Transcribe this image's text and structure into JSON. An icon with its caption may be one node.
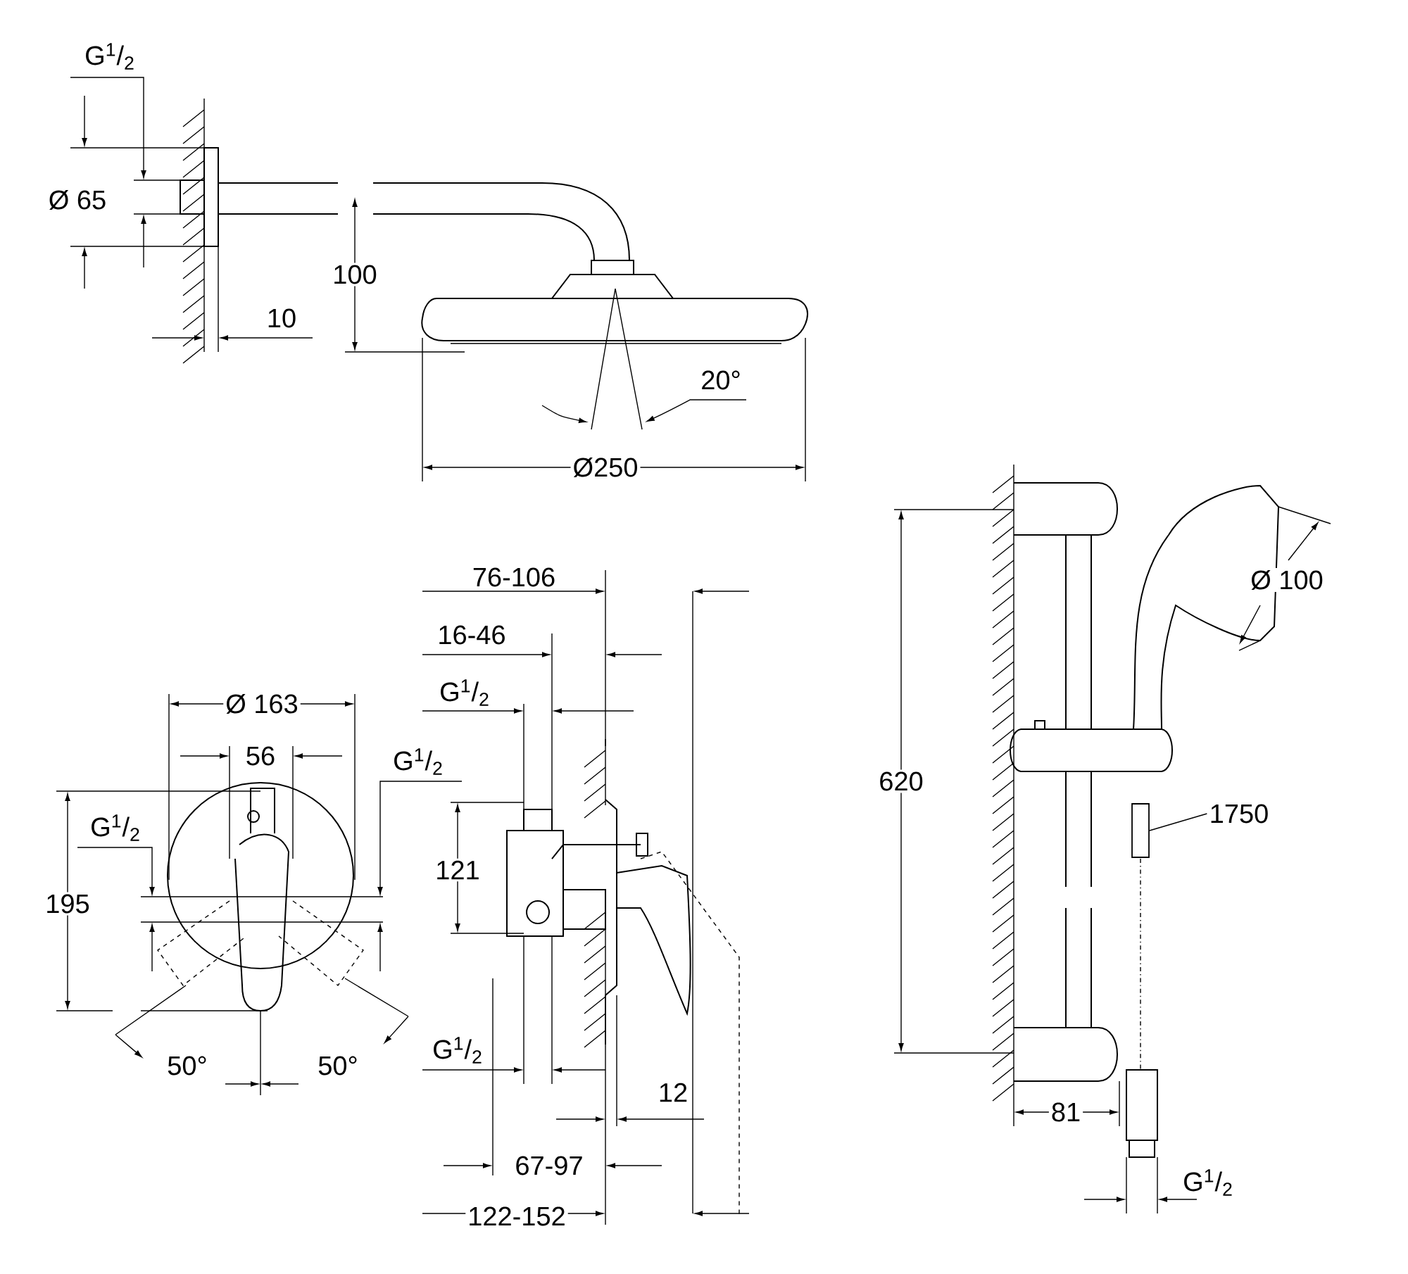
{
  "diagram": {
    "nodes": [
      {
        "text": [
          "1750"
        ]
      },
      {
        "text": [],
        "shape": "box"
      }
    ],
    "edges": [
      {
        "from": 0,
        "to": 1,
        "arrow": "none"
      }
    ],
    "labels": [
      "G$^{1}$/$_{2}$",
      "Ø 65",
      "100",
      "10",
      "20°",
      "Ø250",
      "76-106",
      "16-46",
      "G$^{1}$/$_{2}$",
      "Ø 163",
      "56",
      "G$^{1}$/$_{2}$",
      "G$^{1}$/$_{2}$",
      "195",
      "121",
      "50°",
      "50°",
      "G$^{1}$/$_{2}$",
      "12",
      "67-97",
      "122-152",
      "620",
      "Ø 100",
      "81",
      "G$^{1}$/$_{2}$"
    ]
  }
}
